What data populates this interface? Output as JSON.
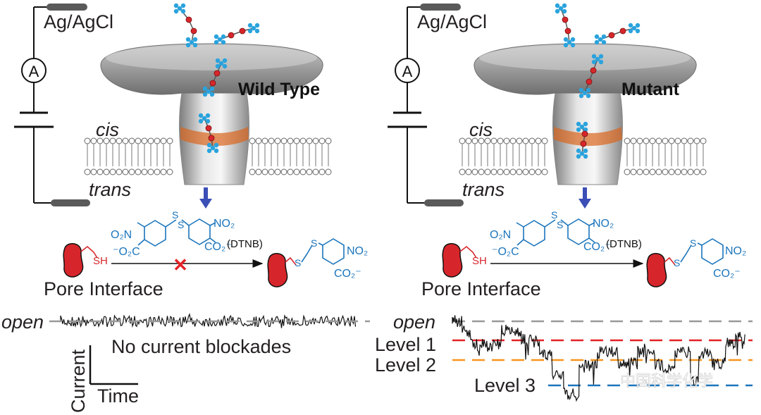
{
  "left_panel": {
    "electrode_label": "Ag/AgCl",
    "ammeter_symbol": "A",
    "pore_label": "Wild Type",
    "cis_label": "cis",
    "trans_label": "trans",
    "chem": {
      "reagent_left_group": "O₂N",
      "reagent_left_carboxylate": "⁻O₂C",
      "reagent_right_group": "NO₂",
      "reagent_right_carboxylate": "CO₂⁻",
      "disulfide_s1": "S",
      "disulfide_s2": "S",
      "reagent_name": "(DTNB)",
      "thiol_label": "SH",
      "reaction_mark": "✕",
      "product_s1": "S",
      "product_s2": "S",
      "product_group": "NO₂",
      "product_carboxylate": "CO₂⁻",
      "site_label": "Pore Interface"
    },
    "trace_state": "open",
    "blockade_note": "No current blockades",
    "y_axis_label": "Current",
    "x_axis_label": "Time"
  },
  "right_panel": {
    "electrode_label": "Ag/AgCl",
    "ammeter_symbol": "A",
    "pore_label": "Mutant",
    "cis_label": "cis",
    "trans_label": "trans",
    "chem": {
      "reagent_left_group": "O₂N",
      "reagent_left_carboxylate": "⁻O₂C",
      "reagent_right_group": "NO₂",
      "reagent_right_carboxylate": "CO₂⁻",
      "disulfide_s1": "S",
      "disulfide_s2": "S",
      "reagent_name": "(DTNB)",
      "thiol_label": "SH",
      "product_s1": "S",
      "product_s2": "S",
      "product_group": "NO₂",
      "product_carboxylate": "CO₂⁻",
      "site_label": "Pore Interface"
    },
    "trace_state": "open",
    "levels": [
      {
        "label": "Level 1",
        "color": "#e32227"
      },
      {
        "label": "Level 2",
        "color": "#f7941d"
      },
      {
        "label": "Level 3",
        "color": "#1c75bc"
      }
    ]
  },
  "watermark": "中国科学化学",
  "colors": {
    "pore_gray": "#8f8f8f",
    "constriction": "#d9651e",
    "dye_red": "#d7262b",
    "dye_blue": "#2aa3dd",
    "chem_blue": "#1b75bc",
    "arrow_blue": "#3b4fb6",
    "open_line": "#999999"
  }
}
